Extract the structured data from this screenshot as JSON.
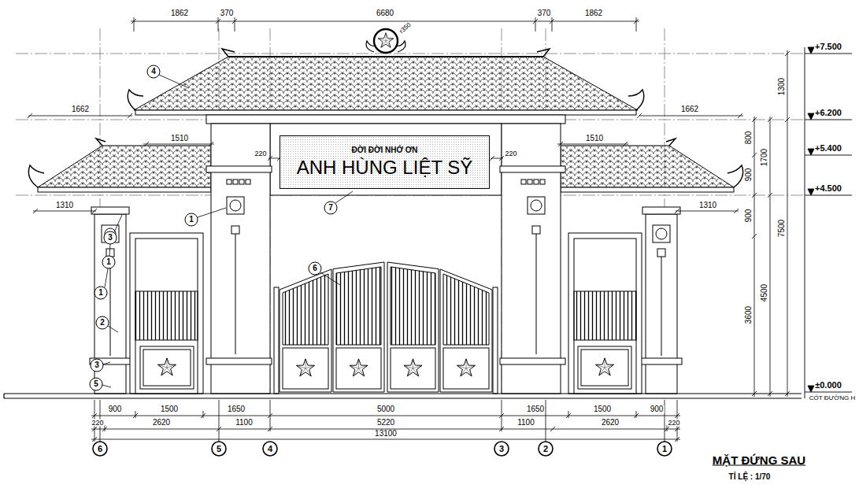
{
  "diagram": {
    "title": "MẶT ĐỨNG SAU",
    "caption": "TỈ LỆ : 1/70",
    "nodes": [
      {
        "text": [
          "ĐỜI ĐỜI NHỚ ƠN",
          "ANH HÙNG LIỆT SỸ"
        ]
      }
    ],
    "labels": [
      "1862",
      "370",
      "6680",
      "370",
      "1862",
      "r350",
      "1662",
      "1662",
      "1510",
      "1510",
      "220",
      "220",
      "1310",
      "1310",
      "1300",
      "800",
      "1700",
      "900",
      "900",
      "4500",
      "3600",
      "7500",
      "+7.500",
      "+6.200",
      "+5.400",
      "+4.500",
      "±0.000",
      "CỐT ĐƯỜNG H",
      "900",
      "1500",
      "1650",
      "5000",
      "1650",
      "1500",
      "900",
      "220",
      "2620",
      "1100",
      "5220",
      "1100",
      "2620",
      "220",
      "13100",
      "6",
      "5",
      "4",
      "3",
      "2",
      "1",
      "4",
      "3",
      "1",
      "1",
      "2",
      "3",
      "5",
      "1",
      "7",
      "6"
    ]
  }
}
